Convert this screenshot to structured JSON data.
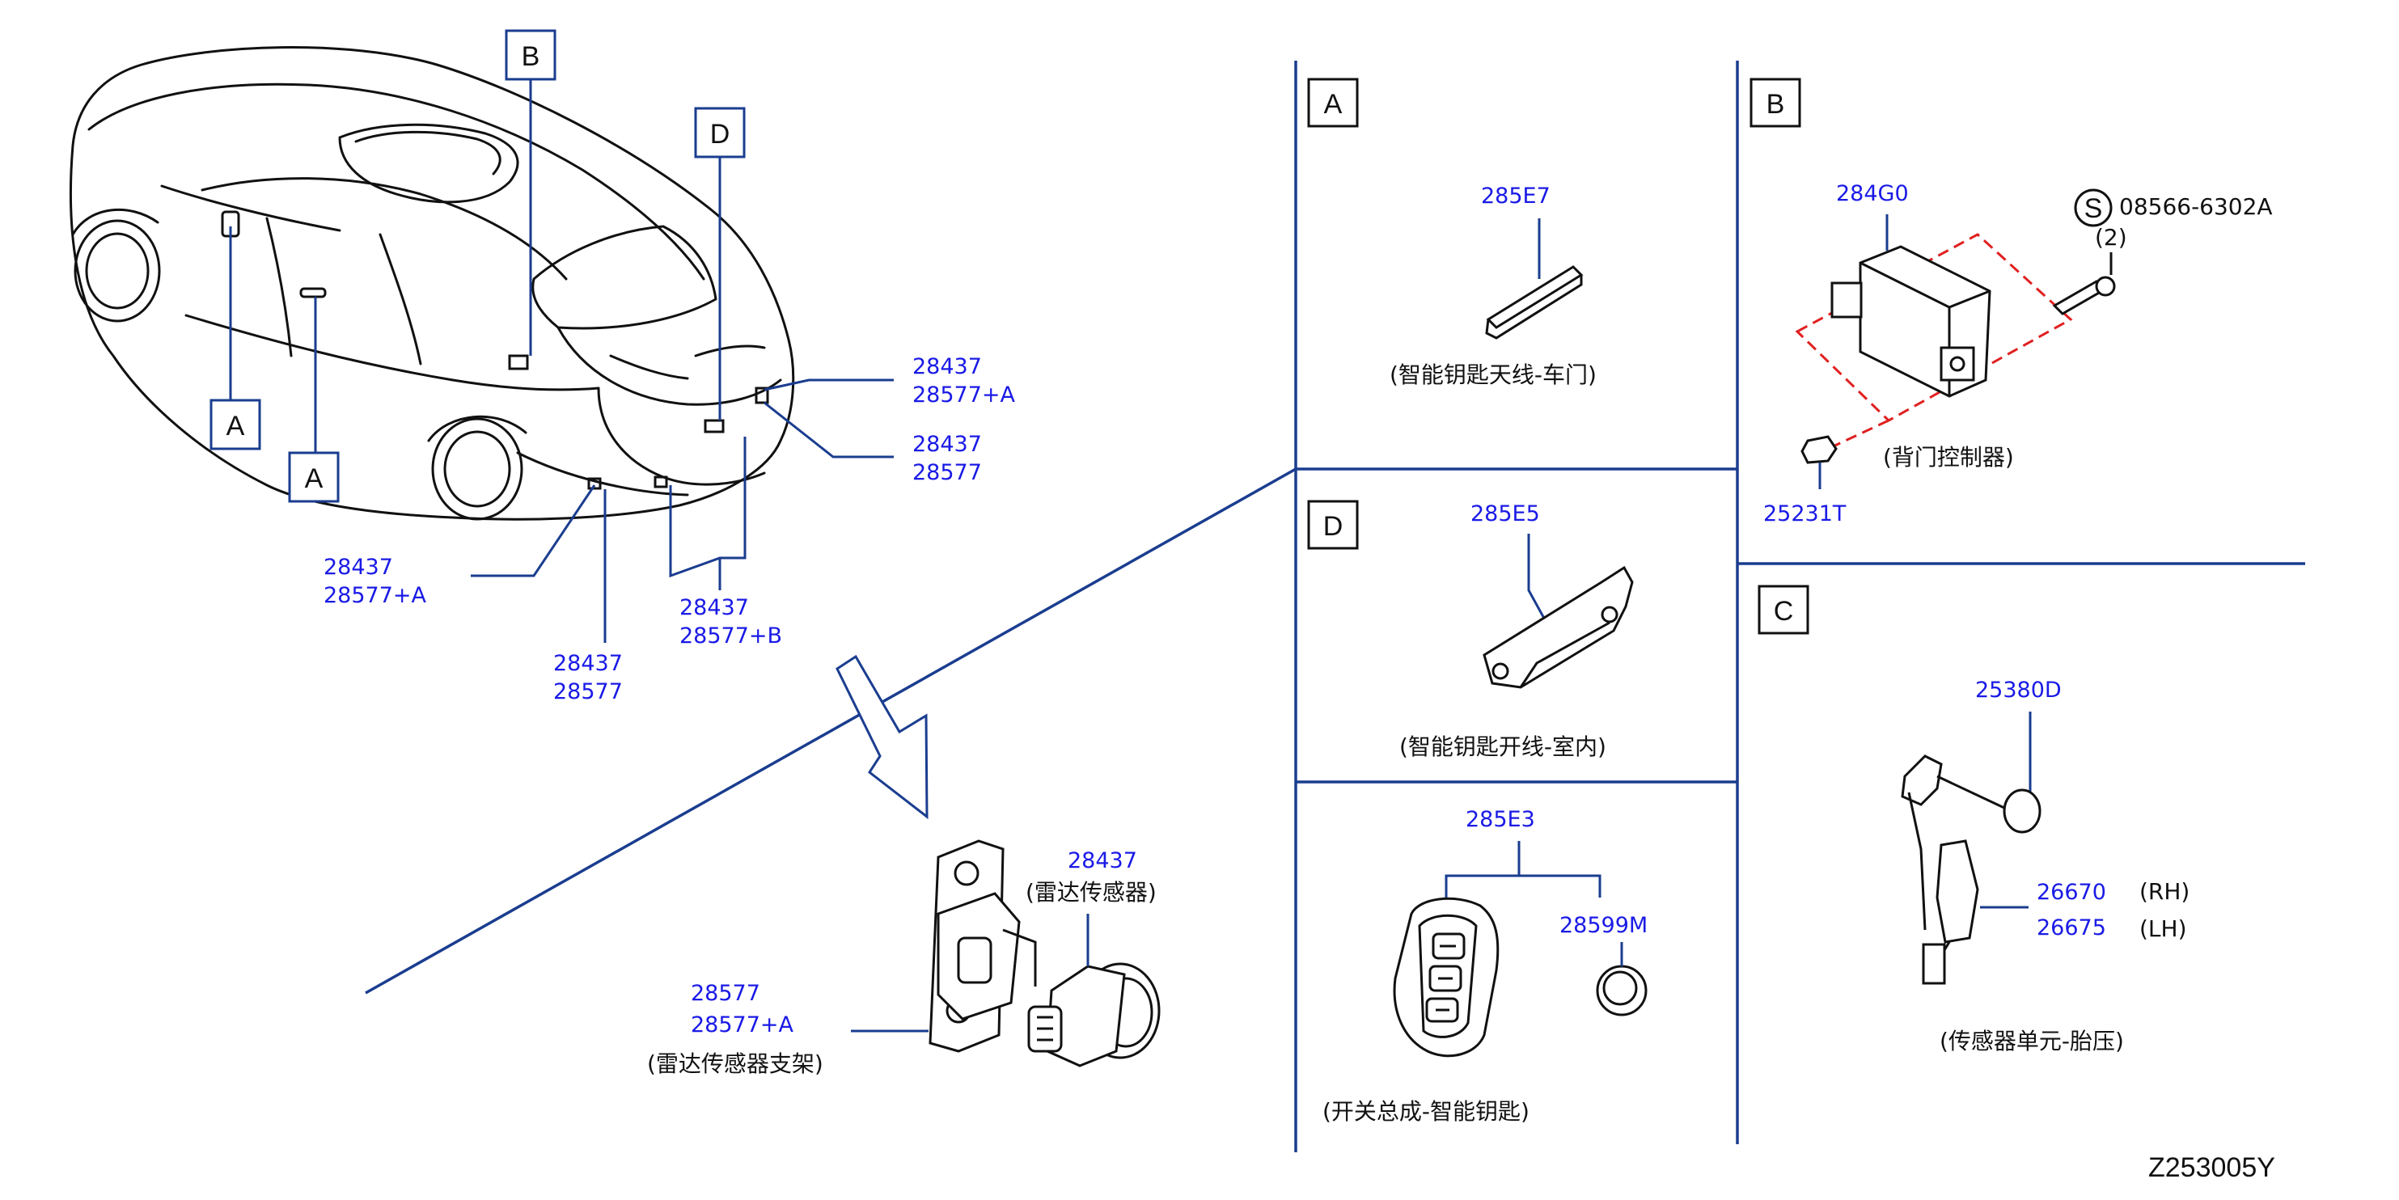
{
  "diagram_id": "Z253005Y",
  "section_labels": {
    "a": "A",
    "b": "B",
    "c": "C",
    "d": "D"
  },
  "car_callouts": {
    "front_door_label": "A",
    "rear_door_label": "A",
    "tailgate_label": "B",
    "bumper_label": "D",
    "right_upper": [
      "28437",
      "28577+A"
    ],
    "right_lower": [
      "28437",
      "28577"
    ],
    "left_lower": [
      "28437",
      "28577+A"
    ],
    "center_bottom": [
      "28437",
      "28577"
    ],
    "center_b": [
      "28437",
      "28577+B"
    ]
  },
  "radar_detail": {
    "sensor_part": "28437",
    "sensor_name": "(雷达传感器)",
    "bracket_parts": [
      "28577",
      "28577+A"
    ],
    "bracket_name": "(雷达传感器支架)"
  },
  "section_a": {
    "part": "285E7",
    "name": "(智能钥匙天线-车门)"
  },
  "section_d": {
    "part": "285E5",
    "name": "(智能钥匙开线-室内)"
  },
  "section_key": {
    "part": "285E3",
    "battery_part": "28599M",
    "name": "(开关总成-智能钥匙)"
  },
  "section_b": {
    "module_part": "284G0",
    "screw_marker": "S",
    "screw_part": "08566-6302A",
    "screw_qty": "(2)",
    "nut_part": "25231T",
    "name": "(背门控制器)"
  },
  "section_c": {
    "valve_part": "25380D",
    "rh_part": "26670",
    "rh_side": "(RH)",
    "lh_part": "26675",
    "lh_side": "(LH)",
    "name": "(传感器单元-胎压)"
  },
  "colors": {
    "part_number": "#1a1ae6",
    "leader_line": "#1a3d8f",
    "dashed_box": "#e02020"
  }
}
